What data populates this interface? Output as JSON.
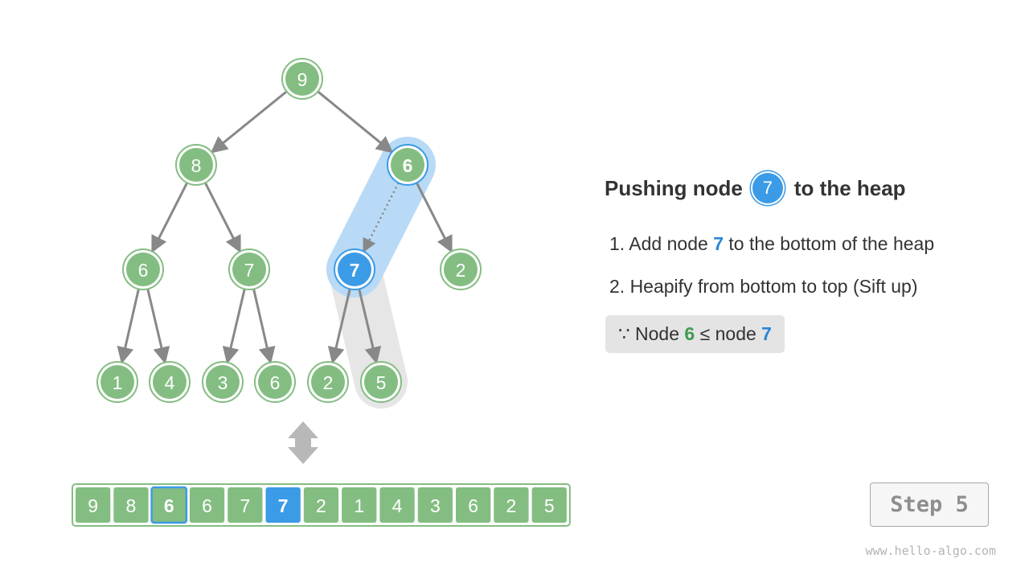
{
  "heap": {
    "array": [
      9,
      8,
      6,
      6,
      7,
      7,
      2,
      1,
      4,
      3,
      6,
      2,
      5
    ],
    "pushed_index": 5,
    "parent_index": 2,
    "blue_color": "#3b9be6",
    "green_color": "#84bd82"
  },
  "panel": {
    "title_prefix": "Pushing node",
    "title_node": "7",
    "title_suffix": "to the heap",
    "step1_prefix": "1. Add node",
    "step1_node": "7",
    "step1_suffix": "to the bottom of the heap",
    "step2": "2. Heapify from bottom to top (Sift up)",
    "note_prefix": "∵ Node",
    "note_a": "6",
    "note_op": "≤ node",
    "note_b": "7"
  },
  "step_label": "Step 5",
  "watermark": "www.hello-algo.com",
  "icons": {
    "swap": "double-arrow-vertical-icon"
  }
}
